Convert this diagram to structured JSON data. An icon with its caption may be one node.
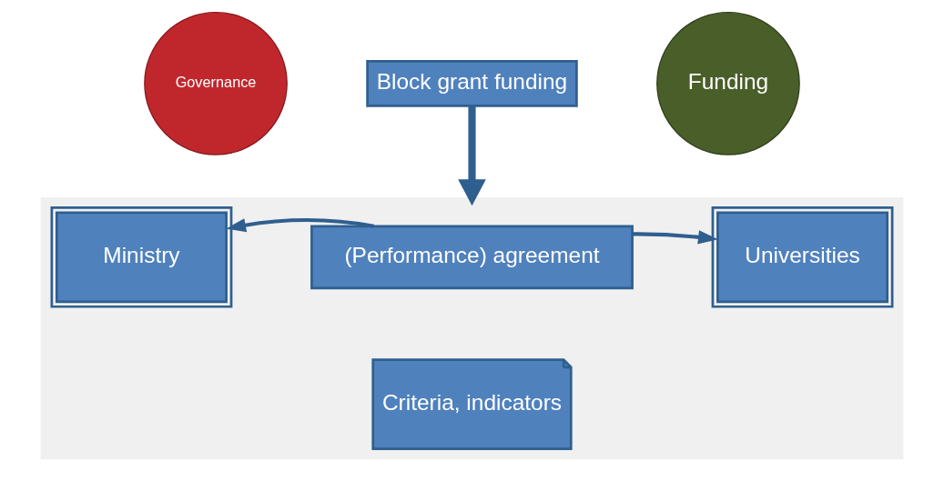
{
  "diagram": {
    "nodes": [
      {
        "text": [
          "Governance"
        ]
      },
      {
        "text": [
          "Block grant funding"
        ]
      },
      {
        "text": [
          "Funding"
        ]
      },
      {
        "text": [],
        "shape": "box"
      },
      {
        "text": [
          "Ministry"
        ],
        "in": 3
      },
      {
        "text": [
          "(Performance) agreement"
        ],
        "in": 3
      },
      {
        "text": [
          "Universities"
        ],
        "in": 3
      },
      {
        "text": [
          "Criteria, indicators"
        ],
        "in": 3
      }
    ],
    "edges": [
      {
        "from": 1,
        "to": 3,
        "arrow": "to",
        "style": "thick"
      },
      {
        "from": 5,
        "to": 4,
        "arrow": "to"
      },
      {
        "from": 5,
        "to": 6,
        "arrow": "to"
      }
    ]
  }
}
